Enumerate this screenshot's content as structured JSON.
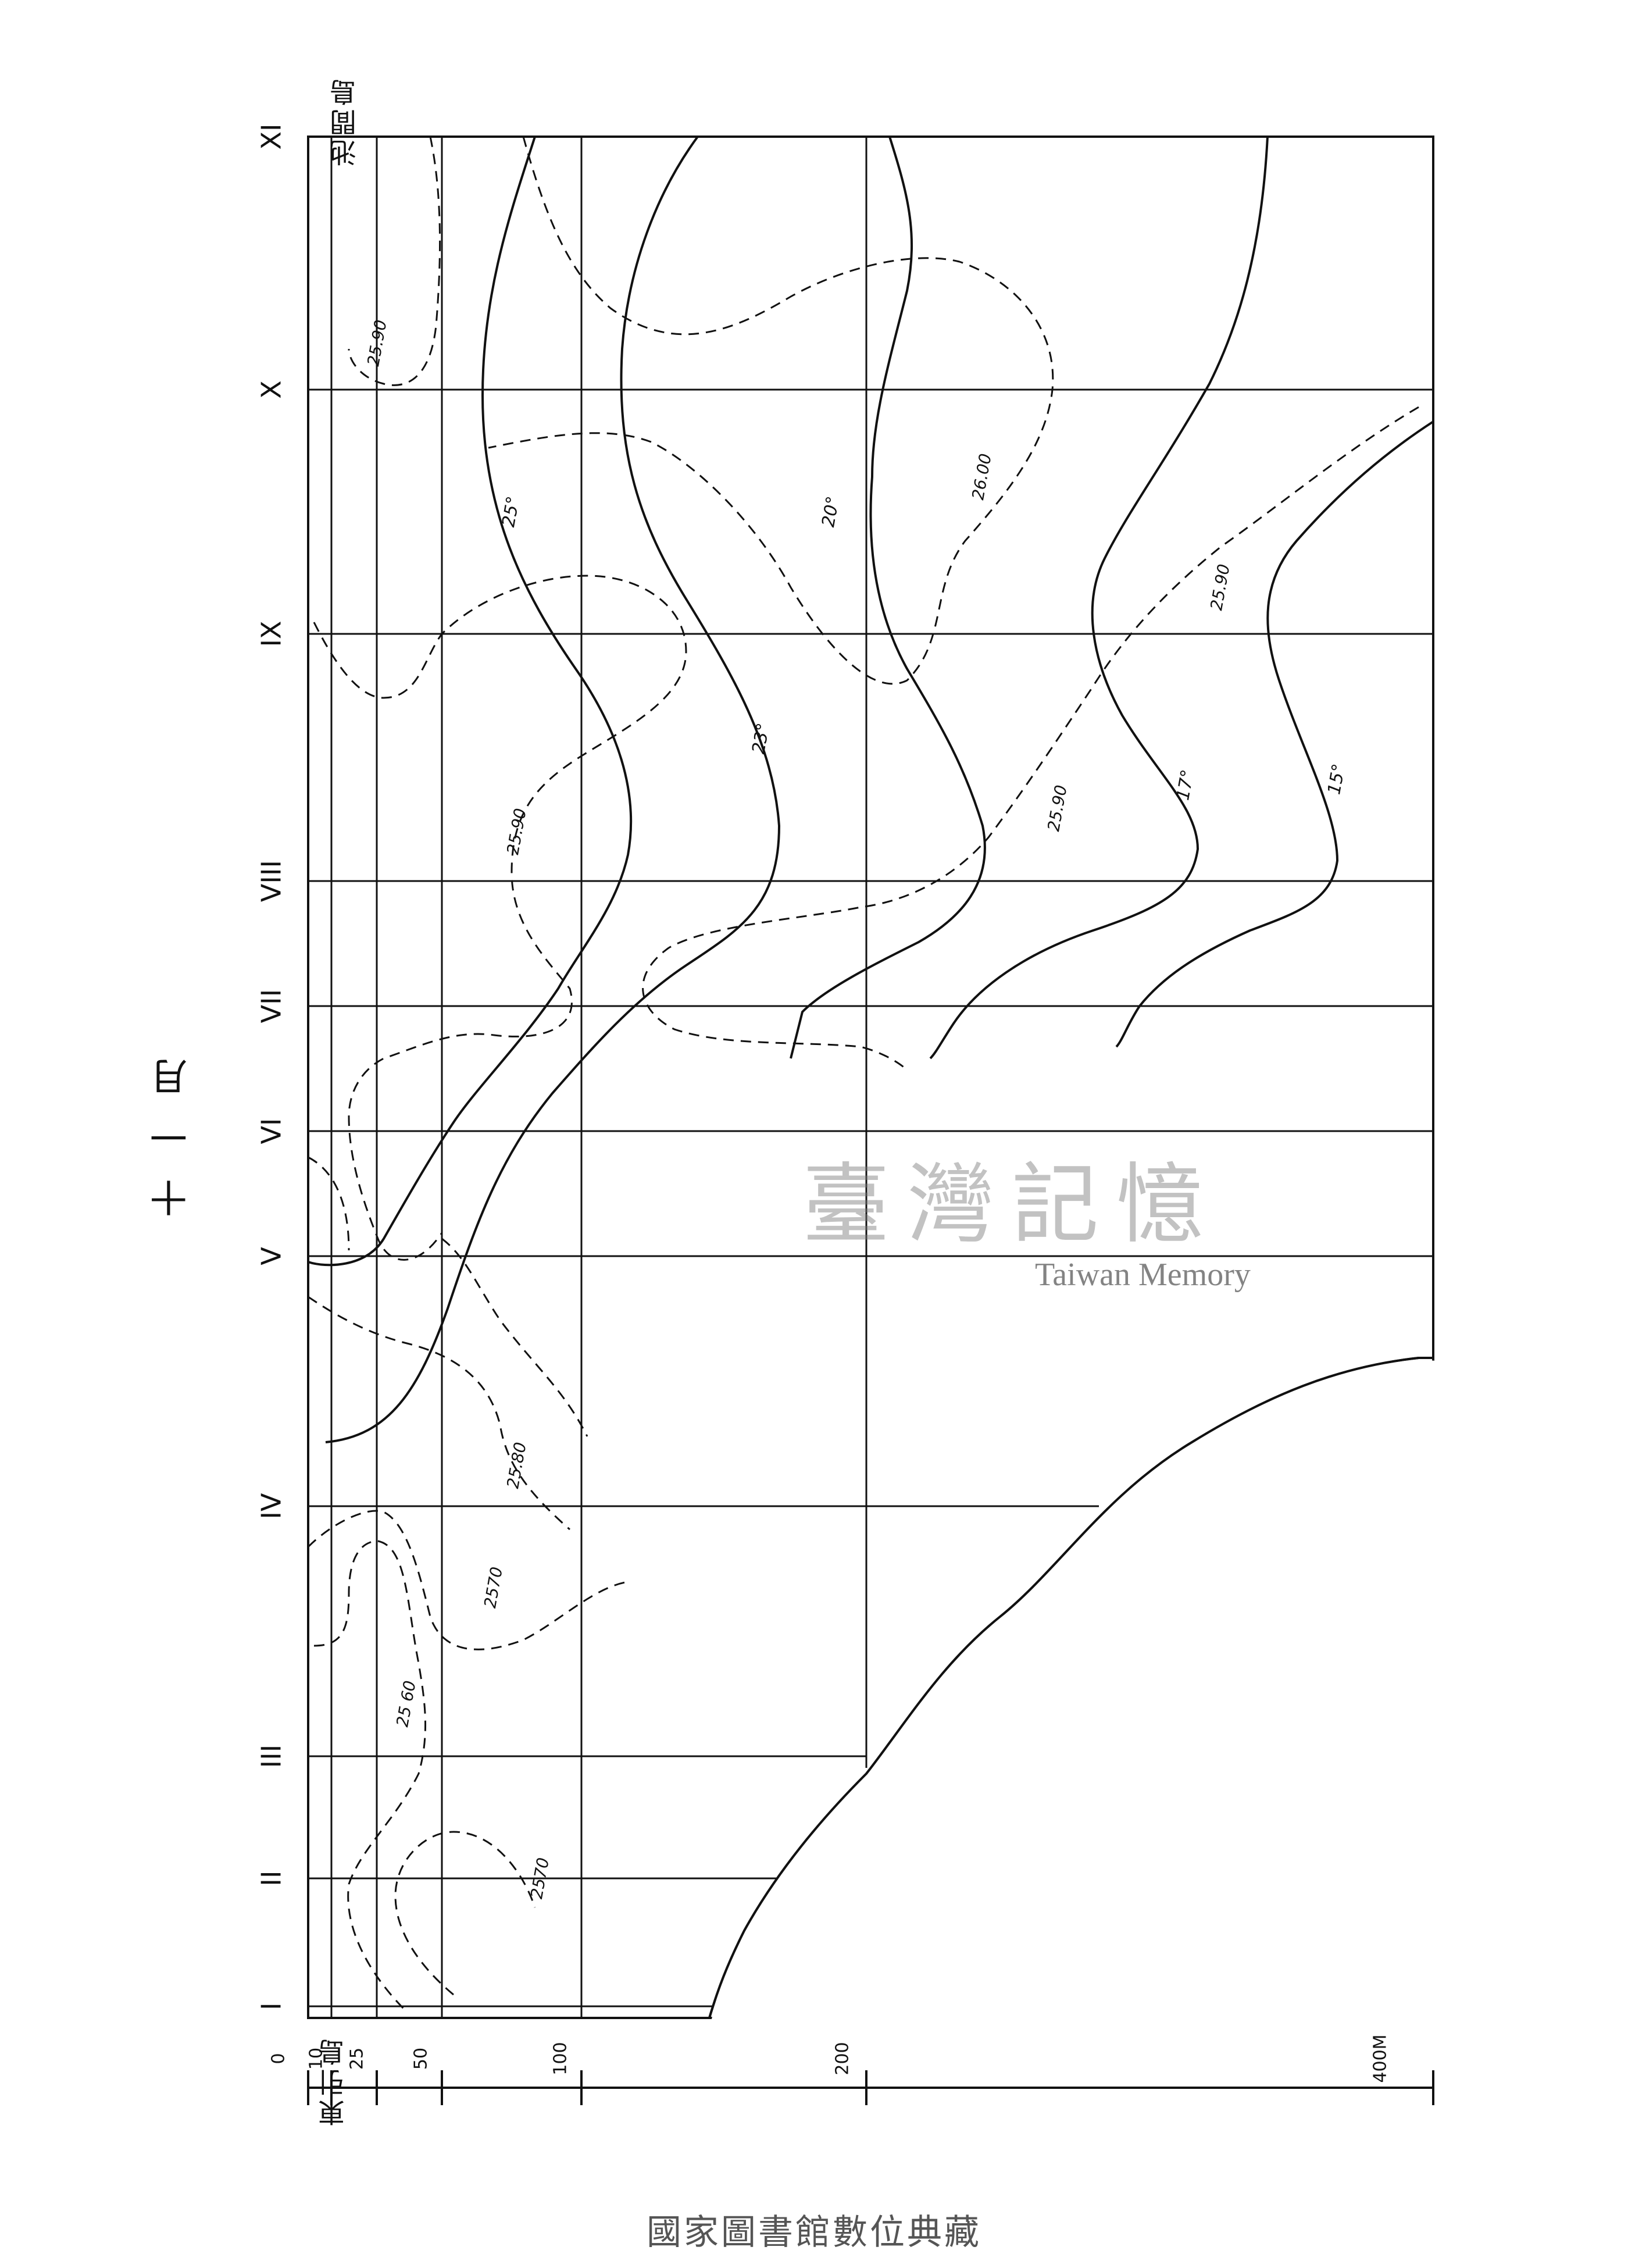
{
  "title": "十一月",
  "stations": {
    "top": "池間島",
    "bottom": "東引島"
  },
  "section_numerals": [
    "I",
    "II",
    "III",
    "IV",
    "V",
    "VI",
    "VII",
    "VIII",
    "IX",
    "X",
    "XI"
  ],
  "depth_scale": {
    "ticks": [
      "0",
      "10",
      "25",
      "50",
      "100",
      "200",
      "400M"
    ]
  },
  "isotherm_labels": [
    "25°",
    "23°",
    "20°",
    "17°",
    "15°"
  ],
  "density_labels": [
    "25.90",
    "26.00",
    "25.90",
    "25.90",
    "25.90",
    "25.80",
    "2570",
    "25 60",
    "2570"
  ],
  "watermark": {
    "chinese": "臺灣記憶",
    "english": "Taiwan Memory"
  },
  "footer": "國家圖書館數位典藏",
  "colors": {
    "ink": "#111111",
    "watermark": "#8a8a8a"
  }
}
